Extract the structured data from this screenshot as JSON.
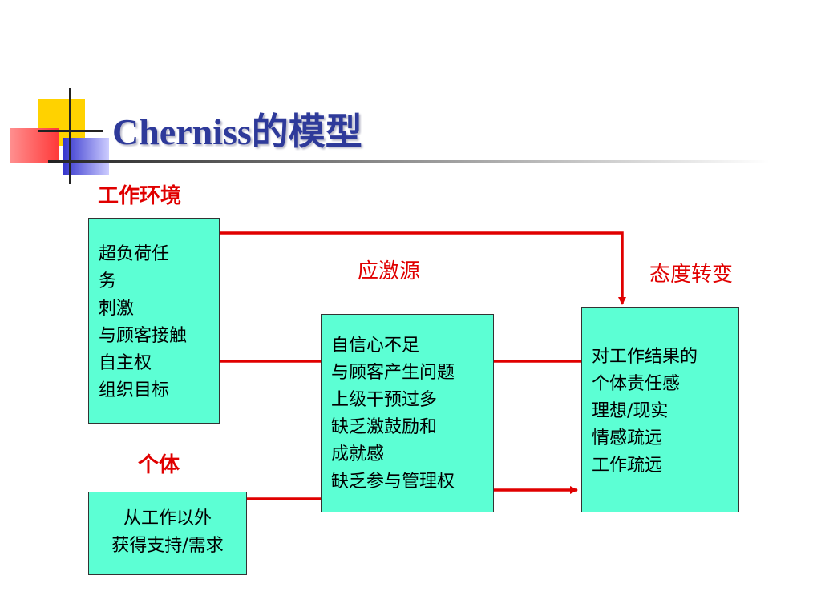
{
  "title": "Cherniss的模型",
  "labels": {
    "work_env": "工作环境",
    "individual": "个体",
    "stressors": "应激源",
    "attitude_change": "态度转变"
  },
  "boxes": {
    "work_env": [
      "超负荷任",
      "务",
      "刺激",
      "与顾客接触",
      "自主权",
      "组织目标"
    ],
    "individual": [
      "从工作以外",
      "获得支持/需求"
    ],
    "stressors": [
      "自信心不足",
      "与顾客产生问题",
      "上级干预过多",
      "缺乏激鼓励和",
      "成就感",
      "缺乏参与管理权"
    ],
    "attitude": [
      "对工作结果的",
      "个体责任感",
      "理想/现实",
      "情感疏远",
      "工作疏远"
    ]
  },
  "colors": {
    "title": "#2e3a9a",
    "label": "#e00000",
    "box_fill": "#5cffd4",
    "arrow": "#e00000"
  }
}
